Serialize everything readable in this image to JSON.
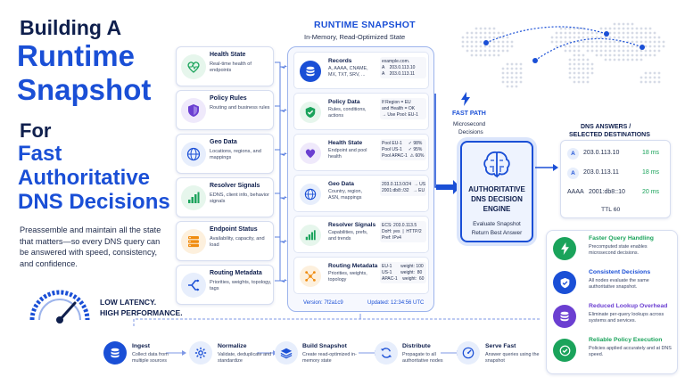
{
  "hero": {
    "line1": "Building A",
    "line2": "Runtime",
    "line3": "Snapshot",
    "line4": "For",
    "line5": "Fast",
    "line6": "Authoritative",
    "line7": "DNS Decisions",
    "description": "Preassemble and maintain all the state that matters—so every DNS query can be answered with speed, consistency, and confidence.",
    "badge_line1": "LOW LATENCY.",
    "badge_line2": "HIGH PERFORMANCE."
  },
  "sources": [
    {
      "title": "Health State",
      "desc": "Real-time health of endpoints",
      "icon": "heartbeat-icon",
      "color": "#1aa35b"
    },
    {
      "title": "Policy Rules",
      "desc": "Routing and business rules",
      "icon": "shield-icon",
      "color": "#6b3fd1"
    },
    {
      "title": "Geo Data",
      "desc": "Locations, regions, and mappings",
      "icon": "globe-icon",
      "color": "#1a4fd6"
    },
    {
      "title": "Resolver Signals",
      "desc": "EDNS, client info, behavior signals",
      "icon": "signal-bars-icon",
      "color": "#1aa35b"
    },
    {
      "title": "Endpoint Status",
      "desc": "Availability, capacity, and load",
      "icon": "server-stack-icon",
      "color": "#f08c10"
    },
    {
      "title": "Routing Metadata",
      "desc": "Priorities, weights, topology, tags",
      "icon": "routing-icon",
      "color": "#1a4fd6"
    }
  ],
  "snapshot": {
    "title": "RUNTIME SNAPSHOT",
    "subtitle": "In-Memory, Read-Optimized State",
    "version": "Version: 7f2a1c9",
    "updated": "Updated: 12:34:56 UTC",
    "rows": [
      {
        "title": "Records",
        "desc": "A, AAAA, CNAME, MX, TXT, SRV, ...",
        "detail": "example.com.\nA    203.0.113.10\nA    203.0.113.11",
        "icon": "database-icon",
        "color": "#1a4fd6"
      },
      {
        "title": "Policy Data",
        "desc": "Rules, conditions, actions",
        "detail": "If Region = EU\nand Health = OK\n→ Use Pool: EU-1",
        "icon": "check-shield-icon",
        "color": "#1aa35b"
      },
      {
        "title": "Health State",
        "desc": "Endpoint and pool health",
        "detail": "Pool EU-1     ✓ 98%\nPool US-1     ✓ 95%\nPool APAC-1  ⚠ 60%",
        "icon": "heart-icon",
        "color": "#6b3fd1"
      },
      {
        "title": "Geo Data",
        "desc": "Country, region, ASN, mappings",
        "detail": "203.0.113.0/24  → US\n2001:db8::/32   → EU",
        "icon": "globe-icon",
        "color": "#1a4fd6"
      },
      {
        "title": "Resolver Signals",
        "desc": "Capabilities, prefs, and trends",
        "detail": "ECS: 203.0.113.5\nDoH: yes  |  HTTP/2\nPref: IPv4",
        "icon": "signal-bars-icon",
        "color": "#1aa35b"
      },
      {
        "title": "Routing Metadata",
        "desc": "Priorities, weights, topology",
        "detail": "EU-1       weight: 100\nUS-1       weight:  80\nAPAC-1    weight:  60",
        "icon": "network-icon",
        "color": "#f08c10"
      }
    ]
  },
  "fastpath": {
    "title": "FAST PATH",
    "desc1": "Microsecond",
    "desc2": "Decisions"
  },
  "engine": {
    "title1": "AUTHORITATIVE",
    "title2": "DNS DECISION",
    "title3": "ENGINE",
    "sub1": "Evaluate Snapshot",
    "sub2": "Return Best Answer"
  },
  "answers": {
    "title1": "DNS ANSWERS /",
    "title2": "SELECTED DESTINATIONS",
    "rows": [
      {
        "type": "A",
        "ip": "203.0.113.10",
        "ms": "18 ms"
      },
      {
        "type": "A",
        "ip": "203.0.113.11",
        "ms": "18 ms"
      },
      {
        "type": "AAAA",
        "ip": "2001:db8::10",
        "ms": "20 ms"
      }
    ],
    "ttl": "TTL 60"
  },
  "benefits": [
    {
      "title": "Faster Query Handling",
      "desc": "Precomputed state enables microsecond decisions.",
      "icon": "lightning-icon",
      "color": "#1aa35b"
    },
    {
      "title": "Consistent Decisions",
      "desc": "All nodes evaluate the same authoritative snapshot.",
      "icon": "shield-check-icon",
      "color": "#1a4fd6"
    },
    {
      "title": "Reduced Lookup Overhead",
      "desc": "Eliminate per-query lookups across systems and services.",
      "icon": "database-icon",
      "color": "#6b3fd1"
    },
    {
      "title": "Reliable Policy Execution",
      "desc": "Policies applied accurately and at DNS speed.",
      "icon": "check-badge-icon",
      "color": "#1aa35b"
    }
  ],
  "pipeline": [
    {
      "title": "Ingest",
      "desc": "Collect data from multiple sources",
      "icon": "database-icon"
    },
    {
      "title": "Normalize",
      "desc": "Validate, deduplicate and standardize",
      "icon": "gear-icon"
    },
    {
      "title": "Build Snapshot",
      "desc": "Create read-optimized in-memory state",
      "icon": "layers-icon"
    },
    {
      "title": "Distribute",
      "desc": "Propagate to all authoritative nodes",
      "icon": "sync-icon"
    },
    {
      "title": "Serve Fast",
      "desc": "Answer queries using the snapshot",
      "icon": "gauge-icon"
    }
  ],
  "colors": {
    "navy": "#0f1f4d",
    "blue": "#1a4fd6",
    "green": "#1aa35b",
    "purple": "#6b3fd1",
    "orange": "#f08c10"
  }
}
